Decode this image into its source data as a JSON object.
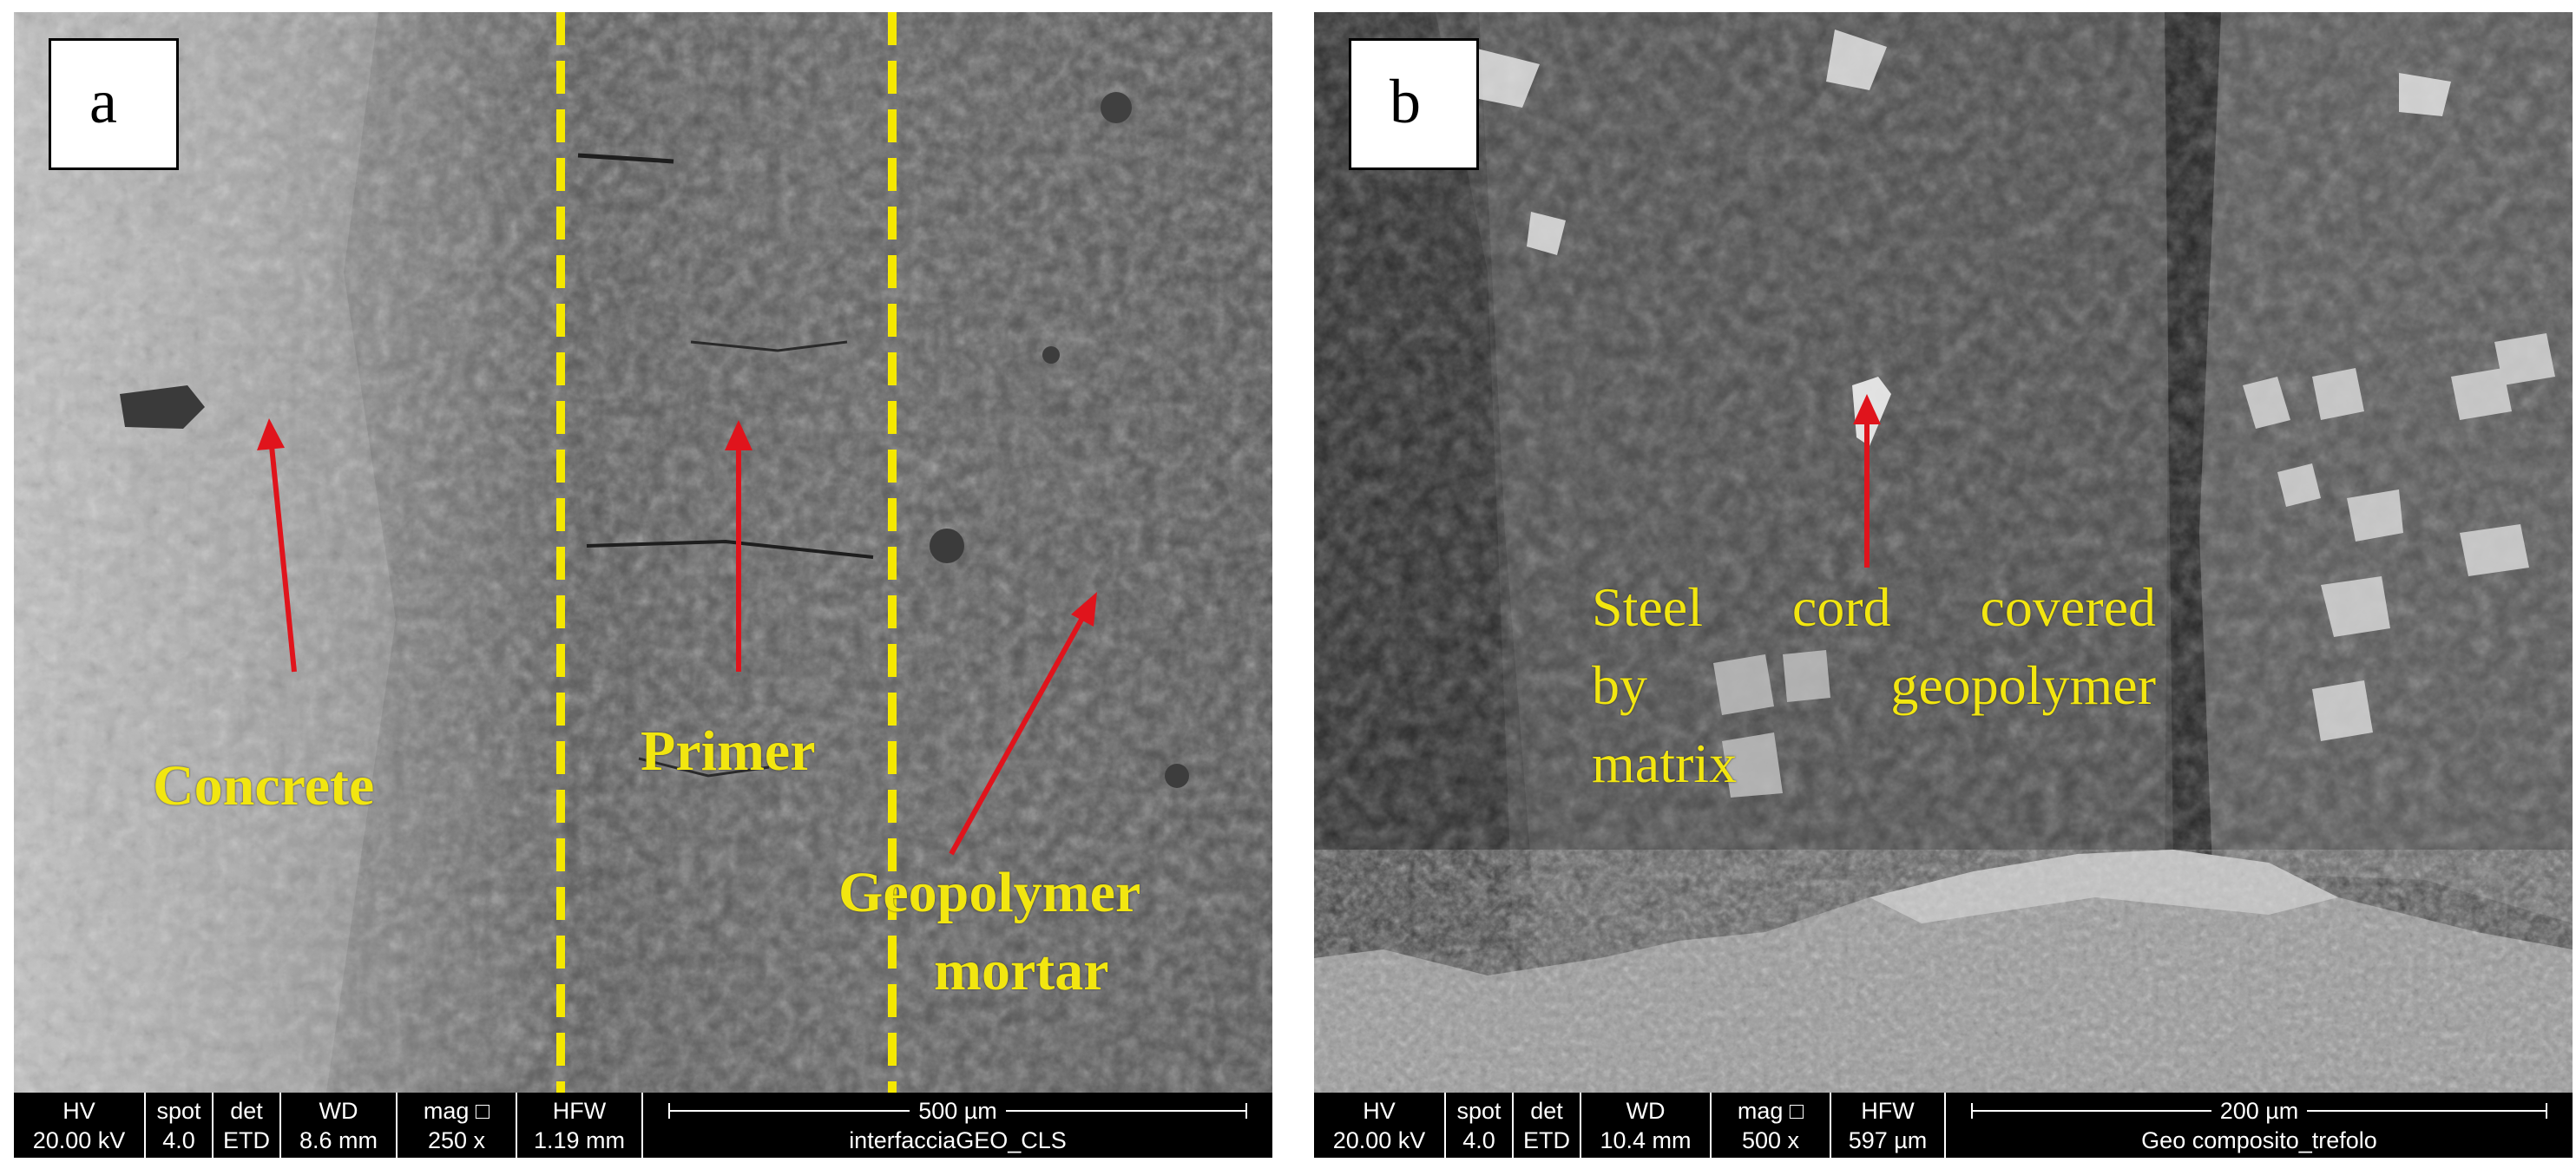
{
  "panels": [
    {
      "label": "a",
      "annotations": {
        "concrete": "Concrete",
        "primer": "Primer",
        "geopolymer_line1": "Geopolymer",
        "geopolymer_line2": "mortar"
      },
      "infobar": {
        "hv_label": "HV",
        "hv_value": "20.00 kV",
        "spot_label": "spot",
        "spot_value": "4.0",
        "det_label": "det",
        "det_value": "ETD",
        "wd_label": "WD",
        "wd_value": "8.6 mm",
        "mag_label": "mag □",
        "mag_value": "250 x",
        "hfw_label": "HFW",
        "hfw_value": "1.19 mm",
        "scale_label": "500 µm",
        "sample_name": "interfacciaGEO_CLS"
      }
    },
    {
      "label": "b",
      "annotations": {
        "line1": "Steel cord covered",
        "line2": "by geopolymer",
        "line3": "matrix"
      },
      "infobar": {
        "hv_label": "HV",
        "hv_value": "20.00 kV",
        "spot_label": "spot",
        "spot_value": "4.0",
        "det_label": "det",
        "det_value": "ETD",
        "wd_label": "WD",
        "wd_value": "10.4 mm",
        "mag_label": "mag □",
        "mag_value": "500 x",
        "hfw_label": "HFW",
        "hfw_value": "597 µm",
        "scale_label": "200 µm",
        "sample_name": "Geo composito_trefolo"
      }
    }
  ],
  "colors": {
    "annotation_text": "#f2e610",
    "arrow": "#e0141c",
    "divider_dashed": "#f5e800",
    "infobar_bg": "#000000"
  }
}
